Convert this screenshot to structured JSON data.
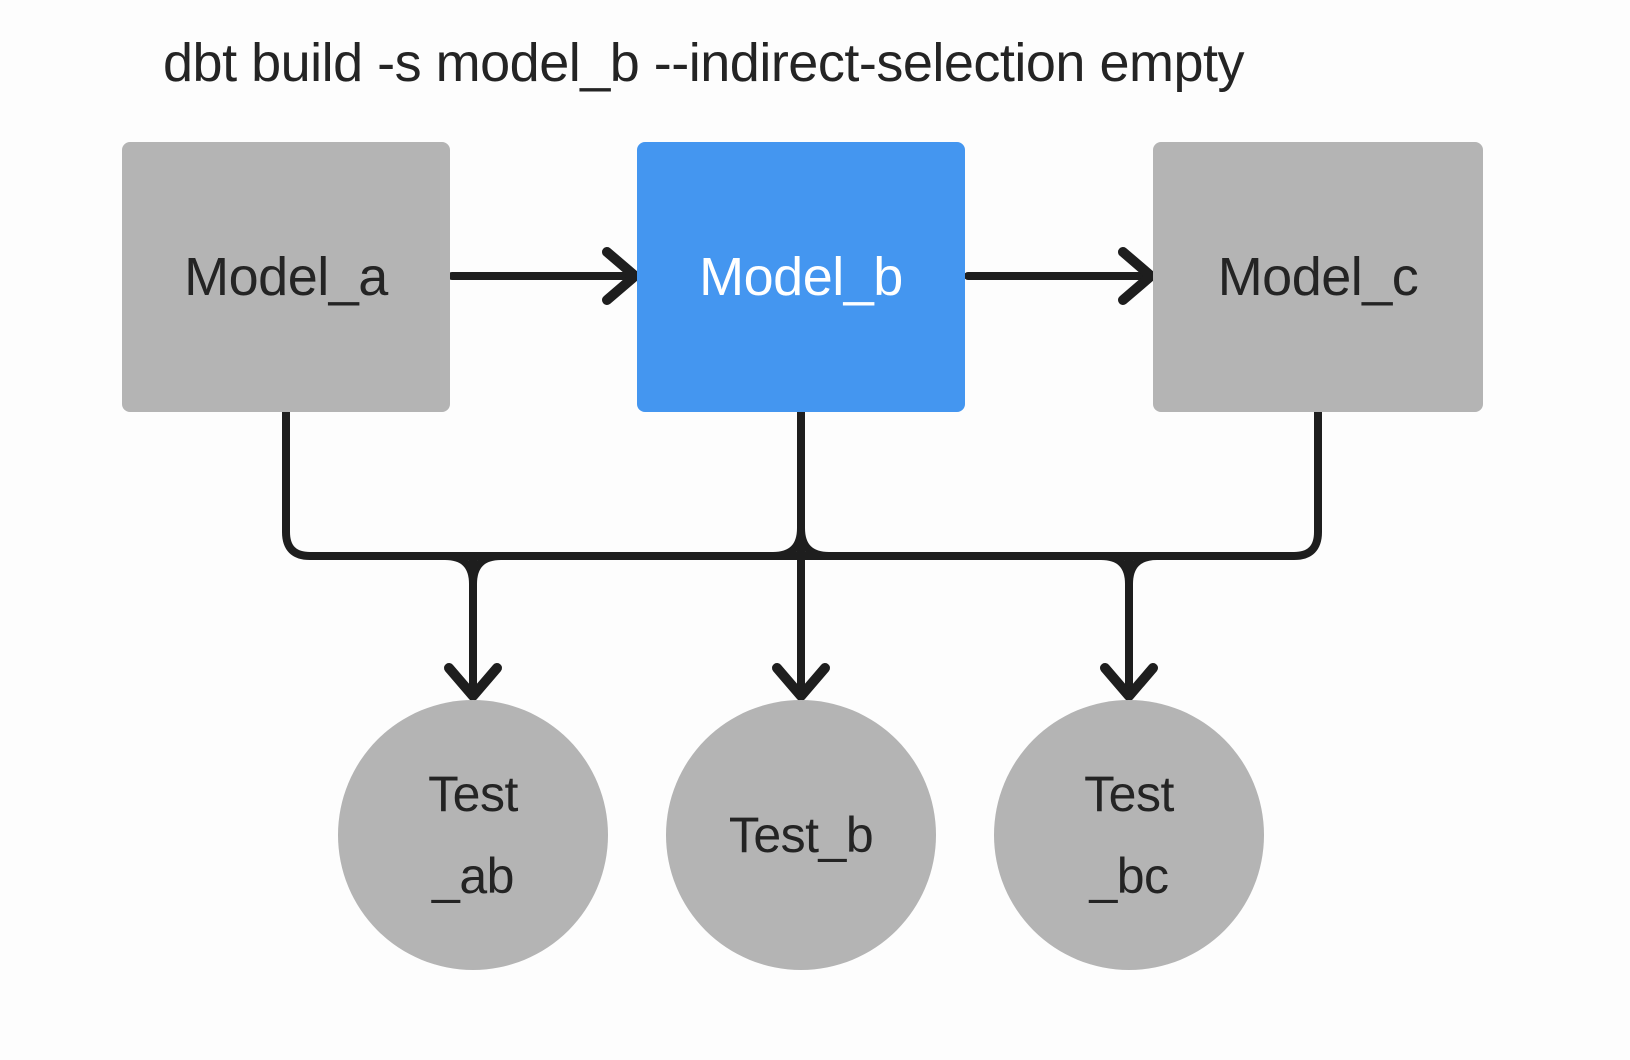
{
  "title": "dbt build -s model_b --indirect-selection empty",
  "colors": {
    "background": "#fdfdfd",
    "model_unselected": "#b4b4b4",
    "model_selected": "#4496f0",
    "edge": "#1e1e1e",
    "label_dark": "#242424",
    "label_light": "#ffffff"
  },
  "diagram": {
    "models": [
      {
        "id": "model_a",
        "label": "Model_a",
        "selected": false
      },
      {
        "id": "model_b",
        "label": "Model_b",
        "selected": true
      },
      {
        "id": "model_c",
        "label": "Model_c",
        "selected": false
      }
    ],
    "tests": [
      {
        "id": "test_ab",
        "label_lines": [
          "Test",
          "_ab"
        ]
      },
      {
        "id": "test_b",
        "label_lines": [
          "Test_b"
        ]
      },
      {
        "id": "test_bc",
        "label_lines": [
          "Test",
          "_bc"
        ]
      }
    ],
    "edges": [
      {
        "from": "model_a",
        "to": "model_b"
      },
      {
        "from": "model_b",
        "to": "model_c"
      },
      {
        "from": "model_a",
        "to": "test_ab"
      },
      {
        "from": "model_b",
        "to": "test_ab"
      },
      {
        "from": "model_b",
        "to": "test_b"
      },
      {
        "from": "model_b",
        "to": "test_bc"
      },
      {
        "from": "model_c",
        "to": "test_bc"
      }
    ]
  }
}
